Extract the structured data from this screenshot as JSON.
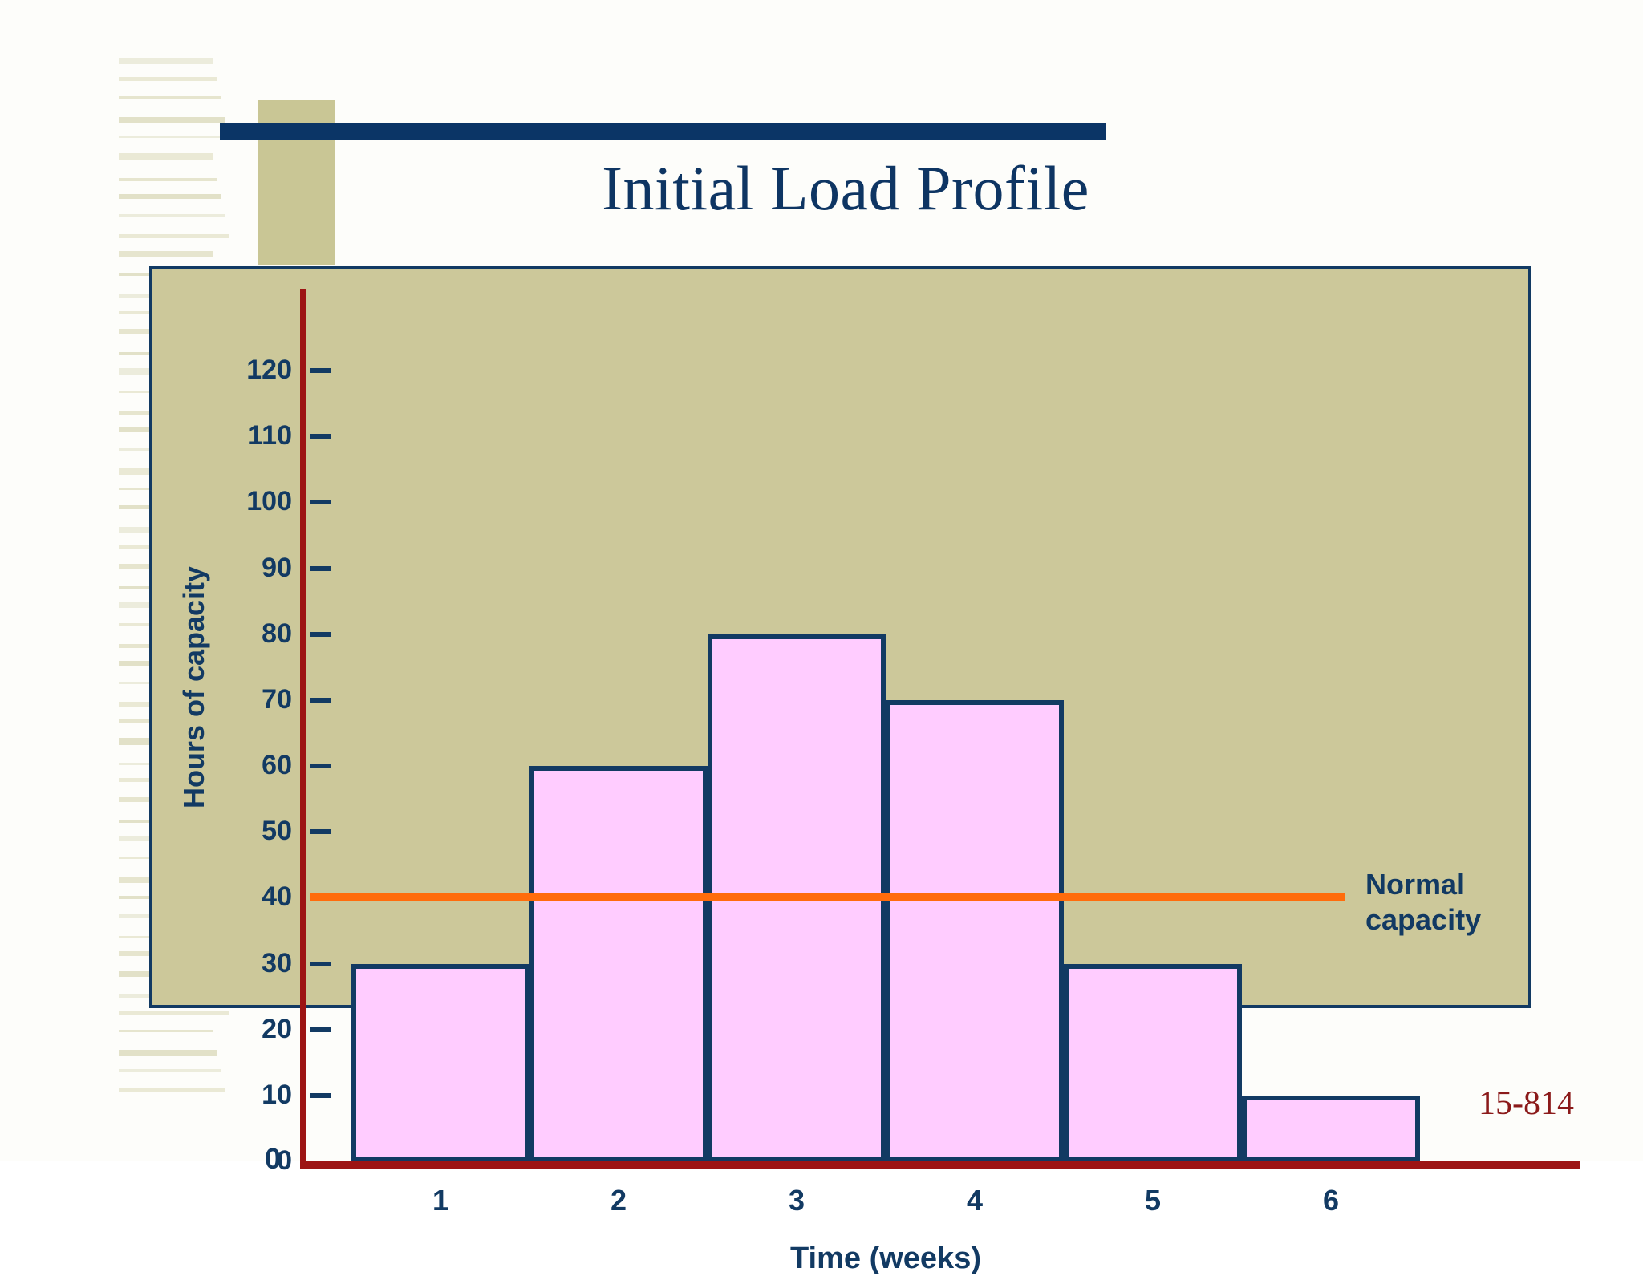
{
  "slide": {
    "title": "Initial Load Profile",
    "footer": "15-814"
  },
  "colors": {
    "title_navy": "#0e3563",
    "panel_bg": "#ccc89a",
    "panel_border": "#123a63",
    "bar_fill": "#ffccff",
    "bar_border": "#123a63",
    "axis_red": "#9d1414",
    "capacity_orange": "#ff6c0c",
    "stripe_khaki": "#dfdec2",
    "footer_red": "#8b1a1a",
    "slide_bg": "#fdfdfa"
  },
  "annotations": {
    "normal_capacity_line1": "Normal",
    "normal_capacity_line2": "capacity"
  },
  "chart_data": {
    "type": "bar",
    "title": "Initial Load Profile",
    "xlabel": "Time (weeks)",
    "ylabel": "Hours of capacity",
    "categories": [
      "1",
      "2",
      "3",
      "4",
      "5",
      "6"
    ],
    "values": [
      30,
      60,
      80,
      70,
      30,
      10
    ],
    "ylim": [
      0,
      130
    ],
    "yticks": [
      0,
      10,
      20,
      30,
      40,
      50,
      60,
      70,
      80,
      90,
      100,
      110,
      120
    ],
    "ytick_labels": [
      "0",
      "10",
      "20",
      "30",
      "40",
      "50",
      "60",
      "70",
      "80",
      "90",
      "100",
      "110",
      "120"
    ],
    "xtick_labels": [
      "1",
      "2",
      "3",
      "4",
      "5",
      "6"
    ],
    "origin_label": "0",
    "grid": false,
    "legend_position": "right",
    "annotations": [
      {
        "name": "normal-capacity",
        "type": "hline",
        "value": 40,
        "label": "Normal capacity",
        "color": "#ff6c0c"
      }
    ]
  }
}
